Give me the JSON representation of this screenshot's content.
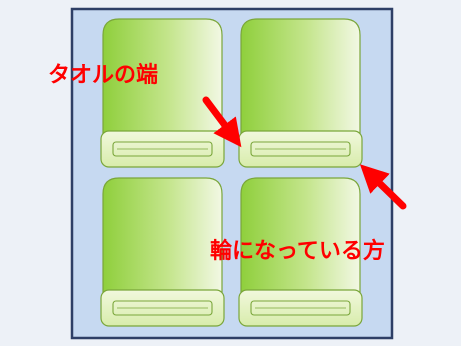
{
  "labels": {
    "towel_edge": "タオルの端",
    "looped_side": "輪になっている方"
  },
  "colors": {
    "background": "#edf1f7",
    "container_fill": "#c6d9f1",
    "container_border": "#2e3f66",
    "towel_light": "#f2f8e4",
    "towel_mid": "#c4e58c",
    "towel_dark": "#8fcf3c",
    "towel_outline": "#7aa63a",
    "fold_fill": "#e7f3c6",
    "annotation": "#ff0000"
  },
  "towels": [
    {
      "name": "towel-top-left"
    },
    {
      "name": "towel-top-right"
    },
    {
      "name": "towel-bottom-left"
    },
    {
      "name": "towel-bottom-right"
    }
  ]
}
